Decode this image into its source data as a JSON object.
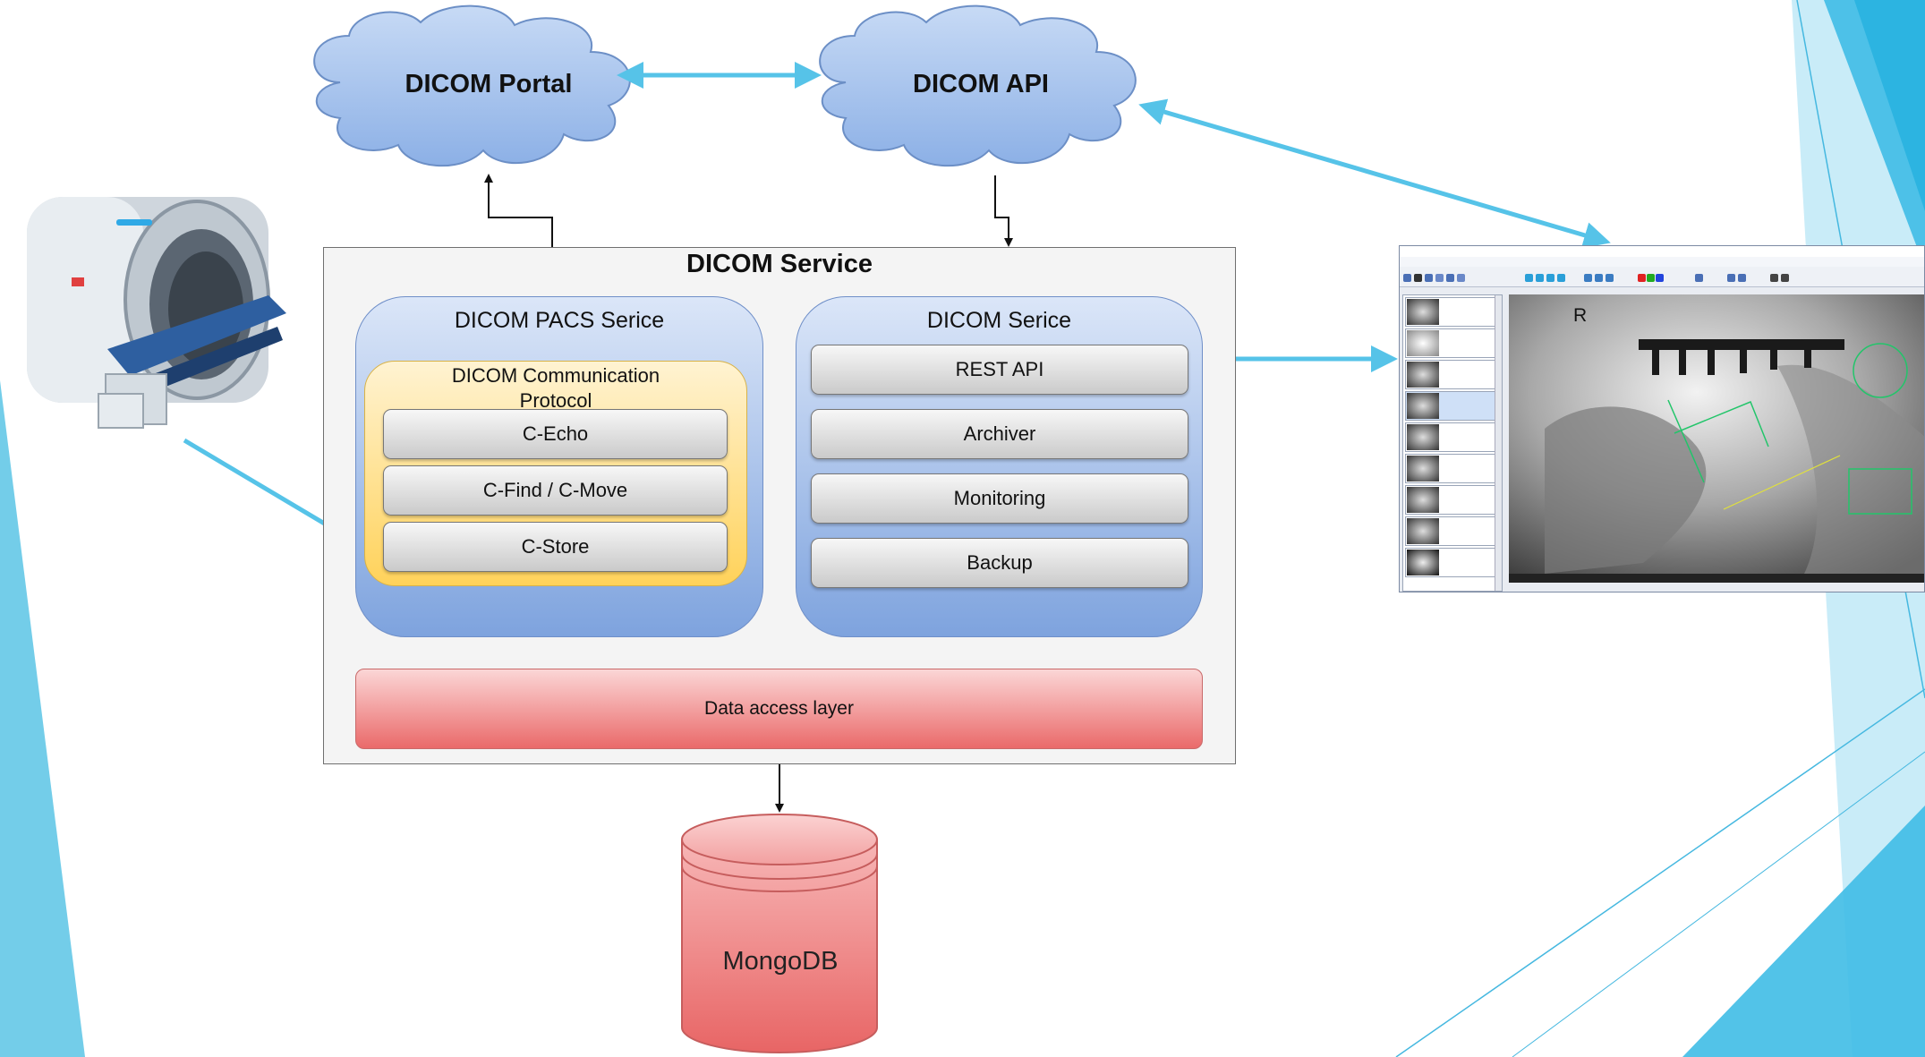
{
  "clouds": {
    "portal_label": "DICOM Portal",
    "api_label": "DICOM API"
  },
  "service": {
    "title": "DICOM Service",
    "pacs_panel": {
      "title": "DICOM PACS Serice",
      "protocol": {
        "title": "DICOM Communication\nProtocol",
        "items": [
          "C-Echo",
          "C-Find / C-Move",
          "C-Store"
        ]
      }
    },
    "dicom_panel": {
      "title": "DICOM Serice",
      "items": [
        "REST API",
        "Archiver",
        "Monitoring",
        "Backup"
      ]
    },
    "data_access_layer": "Data access layer"
  },
  "database": {
    "label": "MongoDB"
  },
  "viewer": {
    "orientation_marker": "R",
    "icons": [
      "mri-scanner-icon",
      "dicom-viewer-screenshot"
    ]
  },
  "colors": {
    "connector_arrow": "#56c3e8",
    "slide_accent": "#4fc0e8",
    "cloud_fill": "#a9c6ef",
    "panel_fill": "#92b2e6",
    "protocol_fill": "#ffd766",
    "data_layer_fill": "#f08080"
  }
}
